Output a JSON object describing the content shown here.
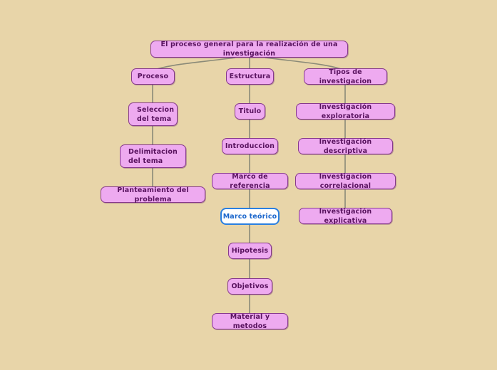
{
  "canvas": {
    "background_color": "#e8d5a9",
    "node_fill_color": "#eeaaf0",
    "node_border_color": "#86398c",
    "node_text_color": "#58125e",
    "connector_color": "#8a8a78",
    "selected_fill_color": "#ffffff",
    "selected_border_color": "#2a7fe0",
    "selected_text_color": "#1a66cc"
  },
  "root": {
    "label": "El proceso general para la realización de una investigación"
  },
  "branches": [
    {
      "name": "proceso",
      "heading": "Proceso",
      "nodes": [
        "Seleccion\ndel tema",
        "Delimitacion\ndel tema",
        "Planteamiento del problema"
      ]
    },
    {
      "name": "estructura",
      "heading": "Estructura",
      "nodes": [
        "Titulo",
        "Introduccion",
        "Marco de referencia",
        "Marco teórico",
        "Hipotesis",
        "Objetivos",
        "Material y metodos"
      ],
      "selected_node": "Marco teórico"
    },
    {
      "name": "tipos-de-investigacion",
      "heading": "Tipos de investigacion",
      "nodes": [
        "Investigación exploratoria",
        "Investigación descriptiva",
        "Investigacion correlacional",
        "Investigación explicativa"
      ]
    }
  ]
}
